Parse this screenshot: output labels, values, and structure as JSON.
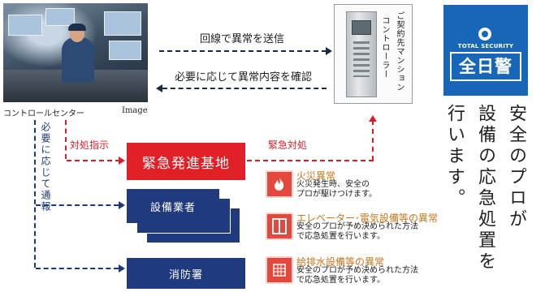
{
  "photo": {
    "caption_left": "コントロールセンター",
    "caption_right": "Image"
  },
  "flows": {
    "send_alert": "回線で異常を送信",
    "confirm_details": "必要に応じて異常内容を確認"
  },
  "controller": {
    "device_label": "コントローラー",
    "location_label": "ご契約先マンション"
  },
  "logo": {
    "small_text": "TOTAL SECURITY",
    "main_text": "全日警"
  },
  "headline": {
    "line1": "安全のプロが",
    "line2": "設備の応急処置を",
    "line3": "行います。"
  },
  "dispatch": {
    "instruction_label": "対処指示",
    "emergency_label": "緊急対処",
    "notify_label": "必要に応じて通報"
  },
  "nodes": {
    "emergency_base": "緊急発進基地",
    "equipment_vendor": "設備業者",
    "fire_station": "消防署"
  },
  "incidents": [
    {
      "icon": "fire-icon",
      "title": "火災異常",
      "desc_line1": "火災発生時、安全の",
      "desc_line2": "プロが駆けつけます。"
    },
    {
      "icon": "elevator-icon",
      "title": "エレベーター･電気設備等の異常",
      "desc_line1": "安全のプロが予め決められた方法",
      "desc_line2": "で応急処置を行います。"
    },
    {
      "icon": "plumbing-icon",
      "title": "給排水設備等の異常",
      "desc_line1": "安全のプロが予め決められた方法",
      "desc_line2": "で応急処置を行います。"
    }
  ],
  "colors": {
    "red": "#e01f26",
    "navy": "#1f3a7d",
    "logo_blue": "#1766b8",
    "incident_title": "#c8761e"
  }
}
